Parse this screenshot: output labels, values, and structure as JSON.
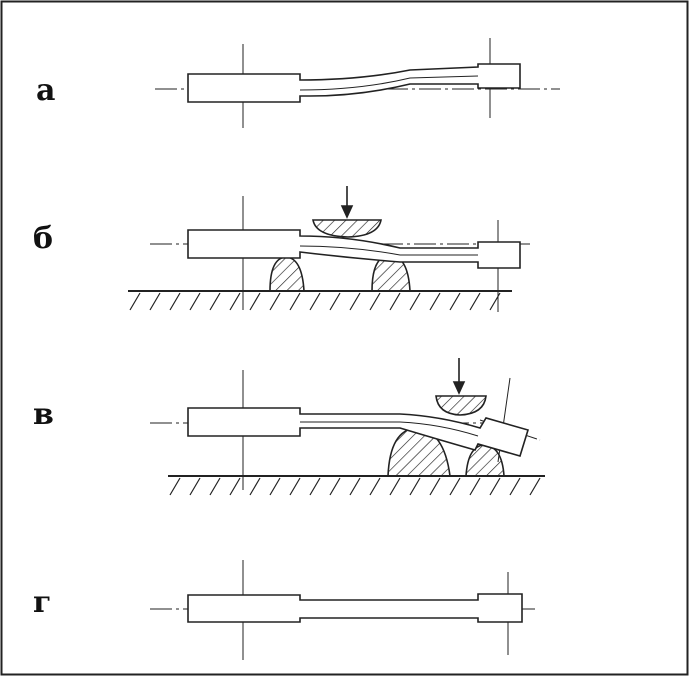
{
  "panels": [
    {
      "label": "а",
      "state": "bent shaft"
    },
    {
      "label": "б",
      "state": "straightening press on two supports"
    },
    {
      "label": "в",
      "state": "straightening near shaft end"
    },
    {
      "label": "г",
      "state": "straightened shaft"
    }
  ]
}
